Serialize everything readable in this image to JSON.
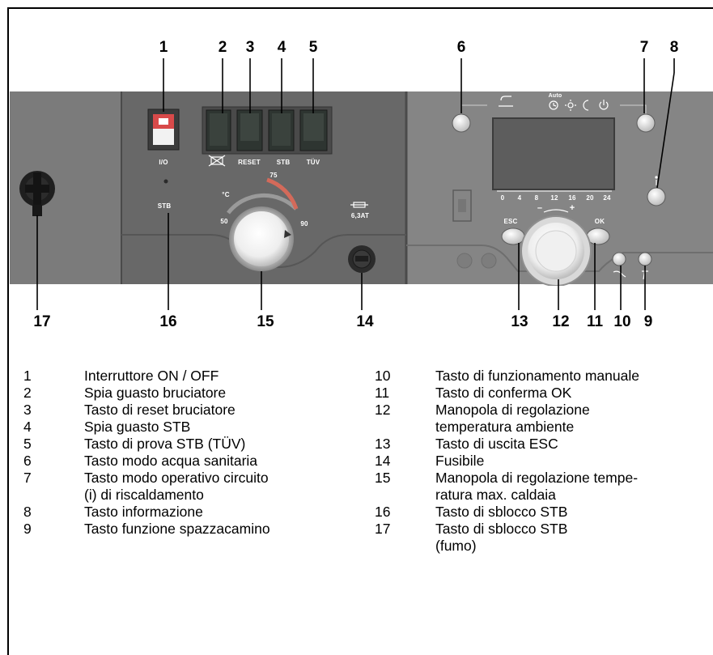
{
  "callouts_top": [
    "1",
    "2",
    "3",
    "4",
    "5",
    "6",
    "7",
    "8"
  ],
  "callouts_bottom": [
    "17",
    "16",
    "15",
    "14",
    "13",
    "12",
    "11",
    "10",
    "9"
  ],
  "panel": {
    "switch_label": "I/O",
    "reset_label": "RESET",
    "stb_button_label": "STB",
    "tuv_label": "TÜV",
    "stb_lamp_label": "STB",
    "dial_unit": "°C",
    "dial_min": "50",
    "dial_mid": "75",
    "dial_max": "90",
    "fuse_label": "6,3AT",
    "auto_label": "Auto",
    "time_scale": [
      "0",
      "4",
      "8",
      "12",
      "16",
      "20",
      "24"
    ],
    "esc_label": "ESC",
    "ok_label": "OK",
    "knob_minus": "–",
    "knob_plus": "+"
  },
  "colors": {
    "panel_left": "#7b7b7b",
    "panel_mid": "#686868",
    "panel_right": "#858585",
    "button_green": "#2f3632",
    "light_button": "#e6e6e6",
    "display": "#5d5d5d"
  },
  "legend_left": [
    {
      "num": "1",
      "text": "Interruttore ON / OFF"
    },
    {
      "num": "2",
      "text": "Spia guasto bruciatore"
    },
    {
      "num": "3",
      "text": "Tasto di reset bruciatore"
    },
    {
      "num": "4",
      "text": "Spia guasto STB"
    },
    {
      "num": "5",
      "text": "Tasto di prova STB (TÜV)"
    },
    {
      "num": "6",
      "text": "Tasto modo acqua sanitaria"
    },
    {
      "num": "7",
      "text": "Tasto modo operativo circuito"
    },
    {
      "num": "",
      "text": "(i) di riscaldamento"
    },
    {
      "num": "8",
      "text": "Tasto informazione"
    },
    {
      "num": "9",
      "text": "Tasto funzione spazzacamino"
    }
  ],
  "legend_right": [
    {
      "num": "10",
      "text": "Tasto di funzionamento manuale"
    },
    {
      "num": "11",
      "text": "Tasto di conferma OK"
    },
    {
      "num": "12",
      "text": "Manopola di regolazione"
    },
    {
      "num": "",
      "text": "temperatura ambiente"
    },
    {
      "num": "13",
      "text": "Tasto di uscita ESC"
    },
    {
      "num": "14",
      "text": "Fusibile"
    },
    {
      "num": "15",
      "text": "Manopola di regolazione tempe-"
    },
    {
      "num": "",
      "text": "ratura max. caldaia"
    },
    {
      "num": "16",
      "text": "Tasto di sblocco STB"
    },
    {
      "num": "17",
      "text": "Tasto di sblocco STB"
    },
    {
      "num": "",
      "text": "(fumo)"
    }
  ]
}
